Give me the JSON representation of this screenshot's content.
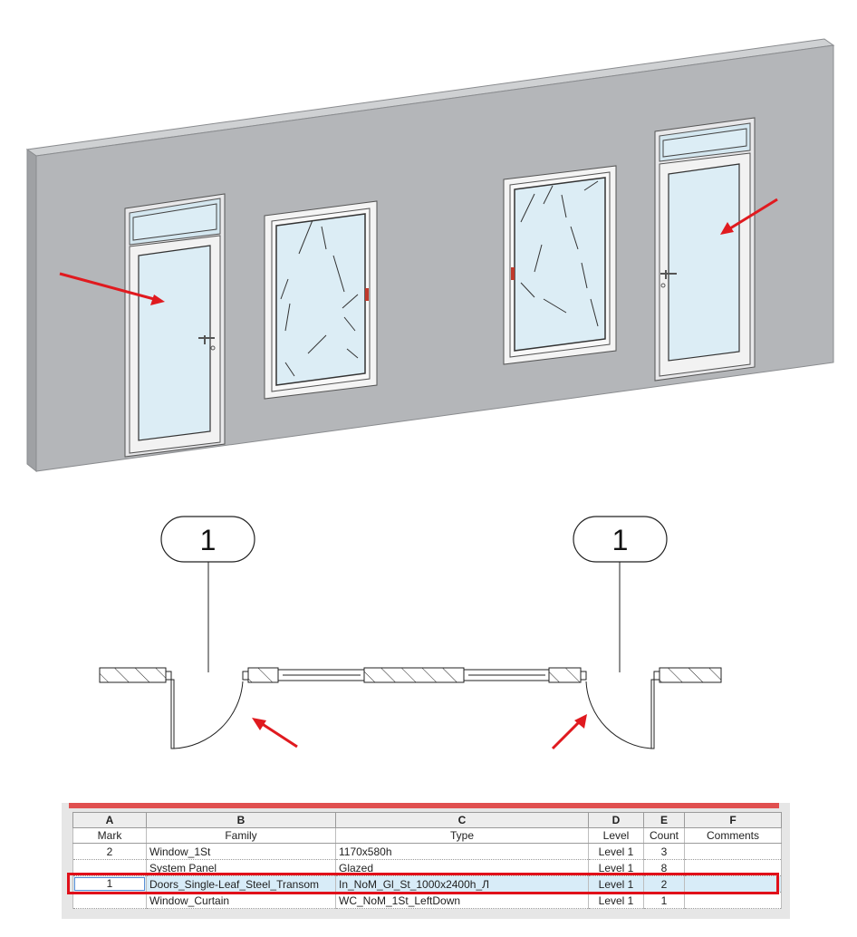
{
  "colors": {
    "wall_face": "#b4b6b9",
    "wall_side": "#9fa1a4",
    "wall_top": "#cfd1d3",
    "glass": "#dcedf5",
    "frame": "#e8e8ea",
    "arrow": "#e01a1f",
    "selection": "#e0101a",
    "row_highlight": "#d8ecf8"
  },
  "plan": {
    "tags": [
      {
        "label": "1"
      },
      {
        "label": "1"
      }
    ]
  },
  "schedule": {
    "column_letters": [
      "A",
      "B",
      "C",
      "D",
      "E",
      "F"
    ],
    "headers": [
      "Mark",
      "Family",
      "Type",
      "Level",
      "Count",
      "Comments"
    ],
    "rows": [
      {
        "mark": "2",
        "family": "Window_1St",
        "type": "1170x580h",
        "level": "Level 1",
        "count": "3",
        "comments": ""
      },
      {
        "mark": "",
        "family": "System Panel",
        "type": "Glazed",
        "level": "Level 1",
        "count": "8",
        "comments": ""
      },
      {
        "mark": "1",
        "family": "Doors_Single-Leaf_Steel_Transom",
        "type": "In_NoM_Gl_St_1000x2400h_Л",
        "level": "Level 1",
        "count": "2",
        "comments": ""
      },
      {
        "mark": "",
        "family": "Window_Curtain",
        "type": "WC_NoM_1St_LeftDown",
        "level": "Level 1",
        "count": "1",
        "comments": ""
      }
    ]
  }
}
